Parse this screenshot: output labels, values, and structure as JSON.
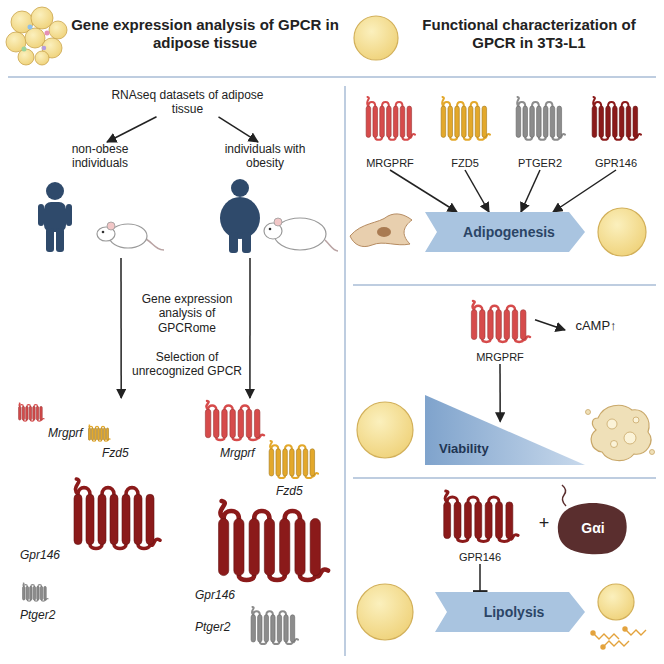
{
  "diagram": {
    "nodes": [
      {
        "text": [
          "RNAseq datasets of adipose tissue"
        ]
      },
      {
        "text": [
          "non-obese individuals"
        ]
      },
      {
        "text": [
          "individuals with obesity"
        ]
      },
      {
        "text": [
          "Mrgprf",
          "Fzd5",
          "Gpr146",
          "Ptger2"
        ]
      },
      {
        "text": [
          "Mrgprf",
          "Fzd5",
          "Gpr146",
          "Ptger2"
        ]
      },
      {
        "text": [
          "MRGPRF"
        ]
      },
      {
        "text": [
          "FZD5"
        ]
      },
      {
        "text": [
          "PTGER2"
        ]
      },
      {
        "text": [
          "GPR146"
        ]
      },
      {
        "text": [
          "Adipogenesis"
        ]
      },
      {
        "text": [
          "MRGPRF"
        ]
      },
      {
        "text": [
          "cAMP↑"
        ]
      },
      {
        "text": [
          "Viability"
        ]
      },
      {
        "text": [
          "GPR146"
        ]
      },
      {
        "text": [
          "Gαi"
        ]
      },
      {
        "text": [
          "Lipolysis"
        ]
      }
    ],
    "edges": [
      {
        "from": 0,
        "to": 1,
        "arrow": "to"
      },
      {
        "from": 0,
        "to": 2,
        "arrow": "to"
      },
      {
        "from": 1,
        "to": 3,
        "arrow": "to"
      },
      {
        "from": 2,
        "to": 4,
        "arrow": "to"
      },
      {
        "from": 5,
        "to": 9,
        "arrow": "to"
      },
      {
        "from": 6,
        "to": 9,
        "arrow": "to"
      },
      {
        "from": 7,
        "to": 9,
        "arrow": "to"
      },
      {
        "from": 8,
        "to": 9,
        "arrow": "to"
      },
      {
        "from": 10,
        "to": 11,
        "arrow": "to"
      },
      {
        "from": 10,
        "to": 12,
        "arrow": "to"
      },
      {
        "from": 13,
        "to": 15,
        "arrow": "to"
      }
    ],
    "labels": [
      "Gene expression analysis of GPCR in adipose tissue",
      "Functional characterization of GPCR in 3T3-L1",
      "Gene expression analysis of GPCRome",
      "Selection of unrecognized GPCR",
      "+"
    ]
  }
}
